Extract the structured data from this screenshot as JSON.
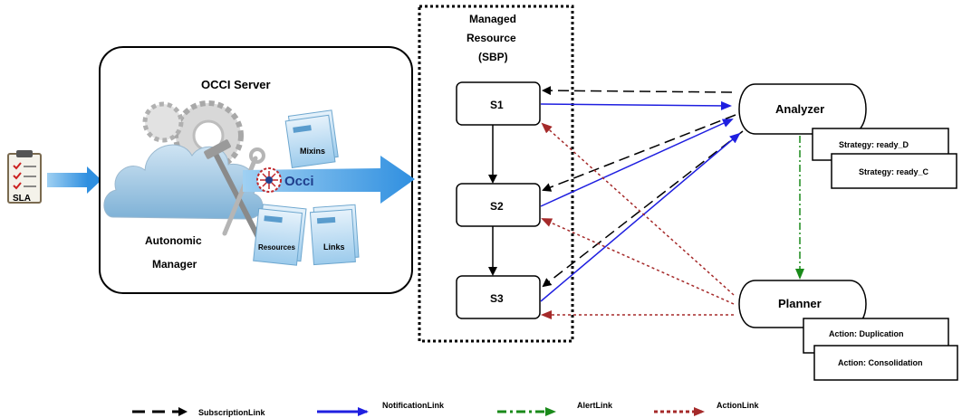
{
  "sla_label": "SLA",
  "occi_server": {
    "title": "OCCI Server",
    "manager_line1": "Autonomic",
    "manager_line2": "Manager",
    "occi_logo_text": "Occi",
    "docs": {
      "mixins": "Mixins",
      "resources": "Resources",
      "links": "Links"
    }
  },
  "managed_resource": {
    "title_line1": "Managed",
    "title_line2": "Resource",
    "title_line3": "(SBP)",
    "services": [
      "S1",
      "S2",
      "S3"
    ]
  },
  "analyzer": {
    "label": "Analyzer",
    "strategies": [
      "Strategy: ready_D",
      "Strategy: ready_C"
    ]
  },
  "planner": {
    "label": "Planner",
    "actions": [
      "Action: Duplication",
      "Action: Consolidation"
    ]
  },
  "legend": [
    {
      "label": "SubscriptionLink",
      "color": "#000000",
      "style": "dashed"
    },
    {
      "label": "NotificationLink",
      "color": "#1f1fe0",
      "style": "solid"
    },
    {
      "label": "AlertLink",
      "color": "#1a8a1a",
      "style": "dash-dot"
    },
    {
      "label": "ActionLink",
      "color": "#a52a2a",
      "style": "dotted"
    }
  ]
}
